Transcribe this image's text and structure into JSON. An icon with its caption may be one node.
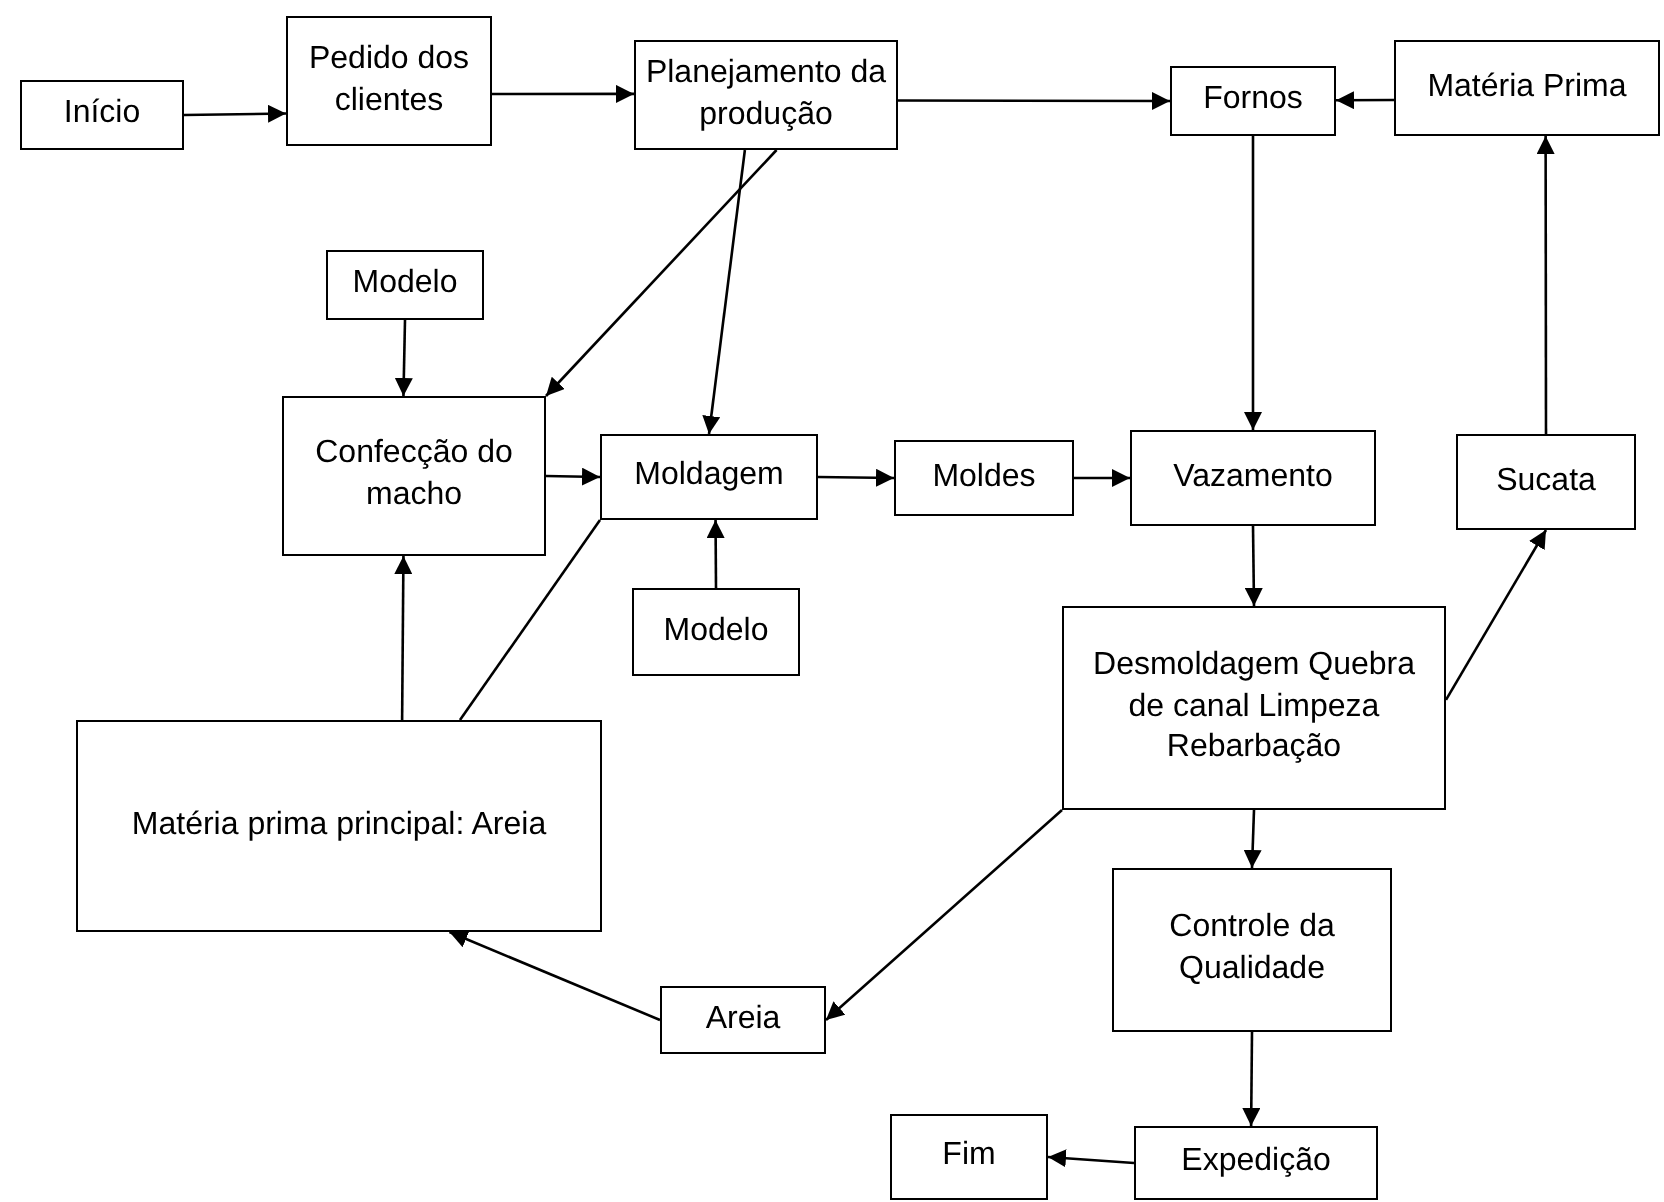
{
  "diagram": {
    "nodes": [
      {
        "text": [
          "Início"
        ]
      },
      {
        "text": [
          "Pedido dos clientes"
        ]
      },
      {
        "text": [
          "Planejamento da produção"
        ]
      },
      {
        "text": [
          "Fornos"
        ]
      },
      {
        "text": [
          "Matéria Prima"
        ]
      },
      {
        "text": [
          "Modelo"
        ]
      },
      {
        "text": [
          "Confecção do macho"
        ]
      },
      {
        "text": [
          "Moldagem"
        ]
      },
      {
        "text": [
          "Moldes"
        ]
      },
      {
        "text": [
          "Vazamento"
        ]
      },
      {
        "text": [
          "Sucata"
        ]
      },
      {
        "text": [
          "Modelo"
        ]
      },
      {
        "text": [
          "Desmoldagem Quebra de canal Limpeza Rebarbação"
        ]
      },
      {
        "text": [
          "Matéria prima principal: Areia"
        ]
      },
      {
        "text": [
          "Controle da Qualidade"
        ]
      },
      {
        "text": [
          "Areia"
        ]
      },
      {
        "text": [
          "Fim"
        ]
      },
      {
        "text": [
          "Expedição"
        ]
      }
    ],
    "edges": [
      {
        "from": 0,
        "to": 1,
        "arrow": "to"
      },
      {
        "from": 1,
        "to": 2,
        "arrow": "to"
      },
      {
        "from": 2,
        "to": 3,
        "arrow": "to"
      },
      {
        "from": 4,
        "to": 3,
        "arrow": "to"
      },
      {
        "from": 2,
        "to": 6,
        "arrow": "to"
      },
      {
        "from": 2,
        "to": 7,
        "arrow": "to"
      },
      {
        "from": 5,
        "to": 6,
        "arrow": "to"
      },
      {
        "from": 6,
        "to": 7,
        "arrow": "to"
      },
      {
        "from": 11,
        "to": 7,
        "arrow": "to"
      },
      {
        "from": 7,
        "to": 8,
        "arrow": "to"
      },
      {
        "from": 8,
        "to": 9,
        "arrow": "to"
      },
      {
        "from": 3,
        "to": 9,
        "arrow": "to"
      },
      {
        "from": 9,
        "to": 12,
        "arrow": "to"
      },
      {
        "from": 12,
        "to": 10,
        "arrow": "to"
      },
      {
        "from": 10,
        "to": 4,
        "arrow": "to"
      },
      {
        "from": 12,
        "to": 14,
        "arrow": "to"
      },
      {
        "from": 12,
        "to": 15,
        "arrow": "to"
      },
      {
        "from": 15,
        "to": 13,
        "arrow": "to"
      },
      {
        "from": 13,
        "to": 6,
        "arrow": "to"
      },
      {
        "from": 13,
        "to": 7,
        "arrow": "none"
      },
      {
        "from": 14,
        "to": 17,
        "arrow": "to"
      },
      {
        "from": 17,
        "to": 16,
        "arrow": "to"
      }
    ]
  }
}
